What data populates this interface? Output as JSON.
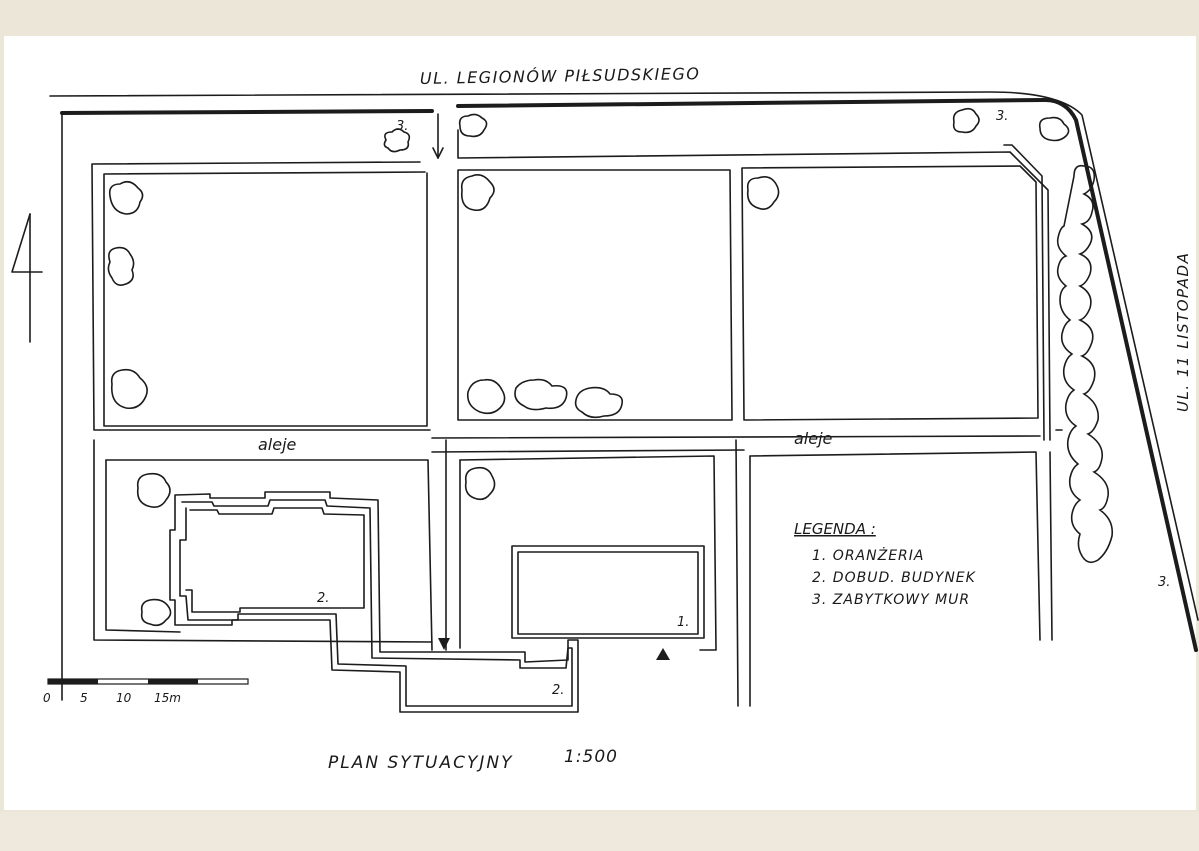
{
  "plan": {
    "street_top": "UL. LEGIONÓW PIŁSUDSKIEGO",
    "street_right": "UL. 11 LISTOPADA",
    "alley_left": "aleje",
    "alley_right": "aleje",
    "north_symbol": "4",
    "title": "PLAN SYTUACYJNY",
    "scale": "1:500",
    "scale_bar": {
      "ticks": [
        "0",
        "5",
        "10",
        "15m"
      ]
    },
    "markers": {
      "wall_top_left": "3.",
      "wall_top_right": "3.",
      "wall_right": "3.",
      "building_2a": "2.",
      "building_2b": "2.",
      "orangery": "1."
    },
    "legend": {
      "heading": "LEGENDA :",
      "items": [
        "1. ORANŻERIA",
        "2. DOBUD. BUDYNEK",
        "3. ZABYTKOWY MUR"
      ]
    }
  }
}
